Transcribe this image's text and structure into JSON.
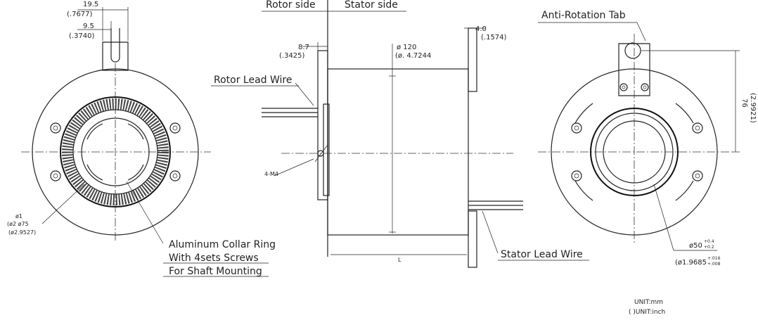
{
  "left_view": {
    "dim_top_1": "19.5",
    "dim_top_1_inch": "(.7677)",
    "dim_top_2": "9.5",
    "dim_top_2_inch": "(.3740)",
    "dia_labels": [
      "ø1",
      "(ø2 ø75",
      "(ø2.9527)"
    ],
    "collar_note": [
      "Aluminum Collar Ring",
      "With 4sets Screws",
      "For Shaft Mounting"
    ]
  },
  "side_view": {
    "rotor_side": "Rotor side",
    "stator_side": "Stator side",
    "flange_dim": "8.7",
    "flange_dim_inch": "(.3425)",
    "tab_dim": "4.0",
    "tab_dim_inch": "(.1574)",
    "body_dia": "ø 120",
    "body_dia_inch": "(ø. 4.7244",
    "rotor_lead": "Rotor Lead Wire",
    "mount_holes": "4-M4",
    "length": "L",
    "stator_lead": "Stator Lead Wire"
  },
  "right_view": {
    "anti_rotation": "Anti-Rotation Tab",
    "height_dim": "76",
    "height_dim_inch": "(2.9921)",
    "bore_dia": "ø50",
    "bore_tol": [
      "+0.4",
      "+0.2"
    ],
    "bore_dia_inch": "(ø1.9685",
    "bore_tol_inch": [
      "+.016",
      "+.008"
    ]
  },
  "units": {
    "mm": "UNIT:mm",
    "inch": "( )UNIT:inch"
  }
}
